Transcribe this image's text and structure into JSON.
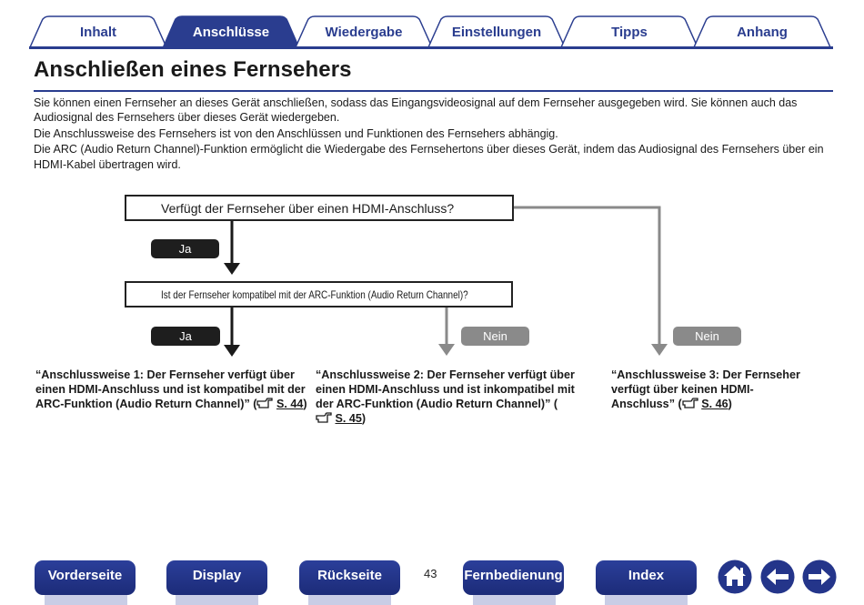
{
  "tabs": [
    {
      "label": "Inhalt",
      "active": false
    },
    {
      "label": "Anschlüsse",
      "active": true
    },
    {
      "label": "Wiedergabe",
      "active": false
    },
    {
      "label": "Einstellungen",
      "active": false
    },
    {
      "label": "Tipps",
      "active": false
    },
    {
      "label": "Anhang",
      "active": false
    }
  ],
  "page": {
    "title": "Anschließen eines Fernsehers",
    "intro": [
      "Sie können einen Fernseher an dieses Gerät anschließen, sodass das Eingangsvideosignal auf dem Fernseher ausgegeben wird. Sie können auch das Audiosignal des Fernsehers über dieses Gerät wiedergeben.",
      "Die Anschlussweise des Fernsehers ist von den Anschlüssen und Funktionen des Fernsehers abhängig.",
      "Die ARC (Audio Return Channel)-Funktion ermöglicht die Wiedergabe des Fernsehertons über dieses Gerät, indem das Audiosignal des Fernsehers über ein HDMI-Kabel übertragen wird."
    ]
  },
  "flowchart": {
    "question1": "Verfügt der Fernseher über einen HDMI-Anschluss?",
    "question2": "Ist der Fernseher kompatibel mit der ARC-Funktion (Audio Return Channel)?",
    "yes_label": "Ja",
    "no_label": "Nein",
    "results": [
      {
        "text": "“Anschlussweise 1: Der Fernseher verfügt über einen HDMI-Anschluss und ist kompatibel mit der ARC-Funktion (Audio Return Channel)” (",
        "page": "S. 44",
        "close": ")"
      },
      {
        "text": "“Anschlussweise 2: Der Fernseher verfügt über einen HDMI-Anschluss und ist inkompatibel mit der ARC-Funktion (Audio Return Channel)” (",
        "page": "S. 45",
        "close": ")"
      },
      {
        "text": "“Anschlussweise 3: Der Fernseher verfügt über keinen HDMI-Anschluss” (",
        "page": "S. 46",
        "close": ")"
      }
    ]
  },
  "footer": {
    "buttons": [
      "Vorderseite",
      "Display",
      "Rückseite",
      "Fernbedienung",
      "Index"
    ],
    "page_number": "43",
    "icons": [
      "home-icon",
      "back-arrow-icon",
      "forward-arrow-icon"
    ]
  },
  "colors": {
    "accent": "#2a3d8f",
    "dark_pill": "#1e1e1e",
    "grey_pill": "#8a8a8a"
  }
}
